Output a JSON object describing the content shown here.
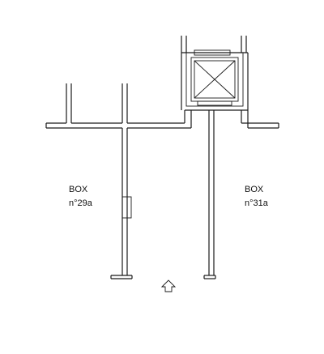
{
  "plan": {
    "line_color": "#1a1a1a",
    "background": "#ffffff",
    "boxes": [
      {
        "title": "BOX",
        "number": "n°29a"
      },
      {
        "title": "BOX",
        "number": "n°31a"
      }
    ],
    "icons": [
      "elevator-icon",
      "entrance-arrow-icon"
    ]
  }
}
